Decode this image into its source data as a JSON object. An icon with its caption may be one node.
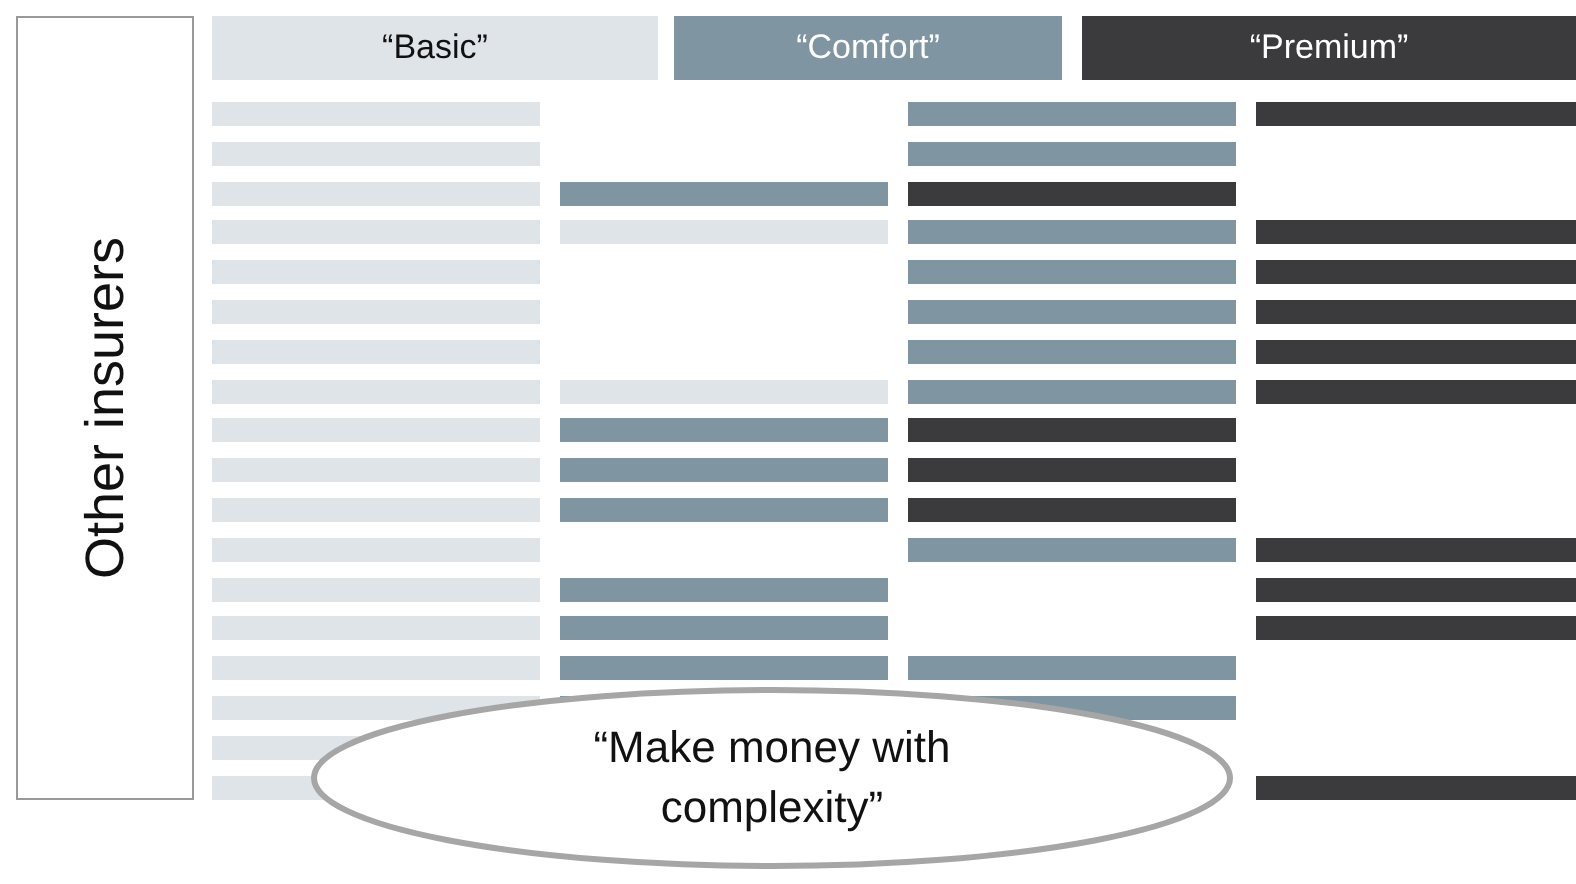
{
  "diagram": {
    "nodes": [
      {
        "text": [
          "Other insurers"
        ]
      },
      {
        "text": [
          "“Basic”"
        ]
      },
      {
        "text": [
          "“Comfort”"
        ]
      },
      {
        "text": [
          "“Premium”"
        ]
      },
      {
        "text": [
          "“Make money with complexity”"
        ]
      }
    ]
  }
}
